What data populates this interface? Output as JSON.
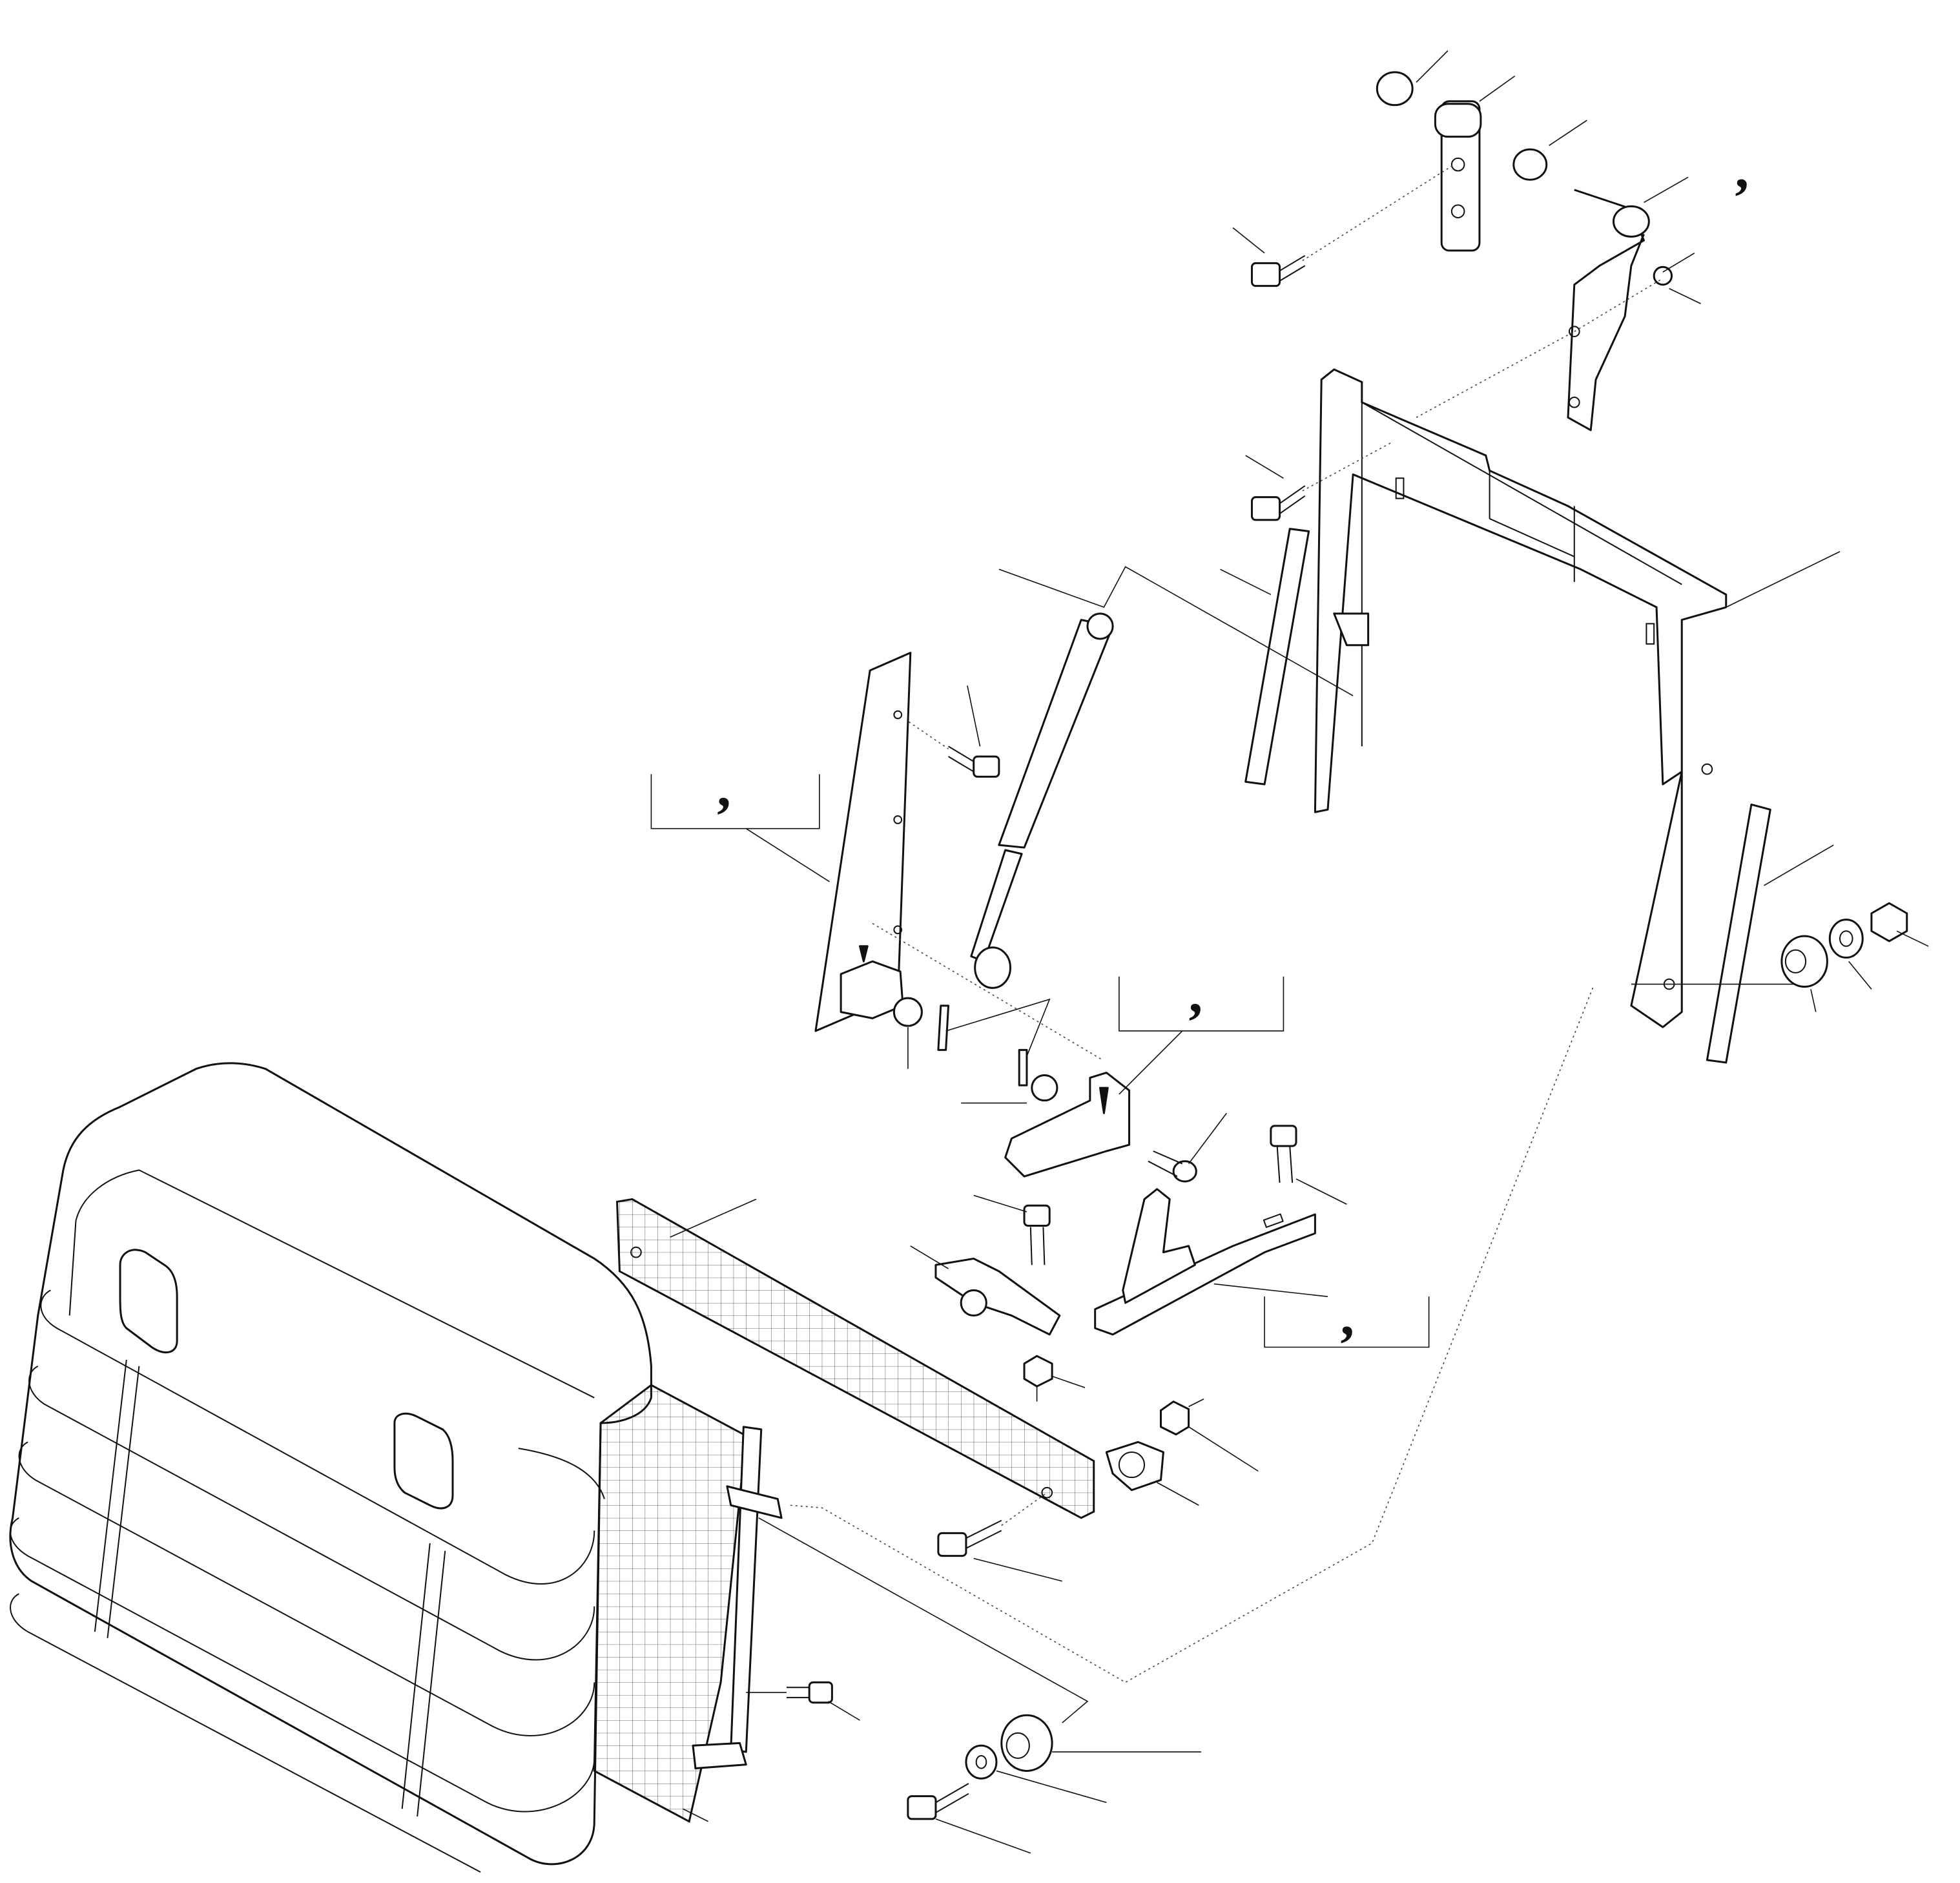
{
  "diagram": {
    "callout_separator": ",",
    "colors": {
      "line": "#111111",
      "background": "#ffffff"
    },
    "callouts": [
      {
        "id": "top-right",
        "text": ","
      },
      {
        "id": "left-bracket",
        "text": ","
      },
      {
        "id": "middle-bracket",
        "text": ","
      },
      {
        "id": "lower-right-bracket",
        "text": ","
      }
    ]
  }
}
